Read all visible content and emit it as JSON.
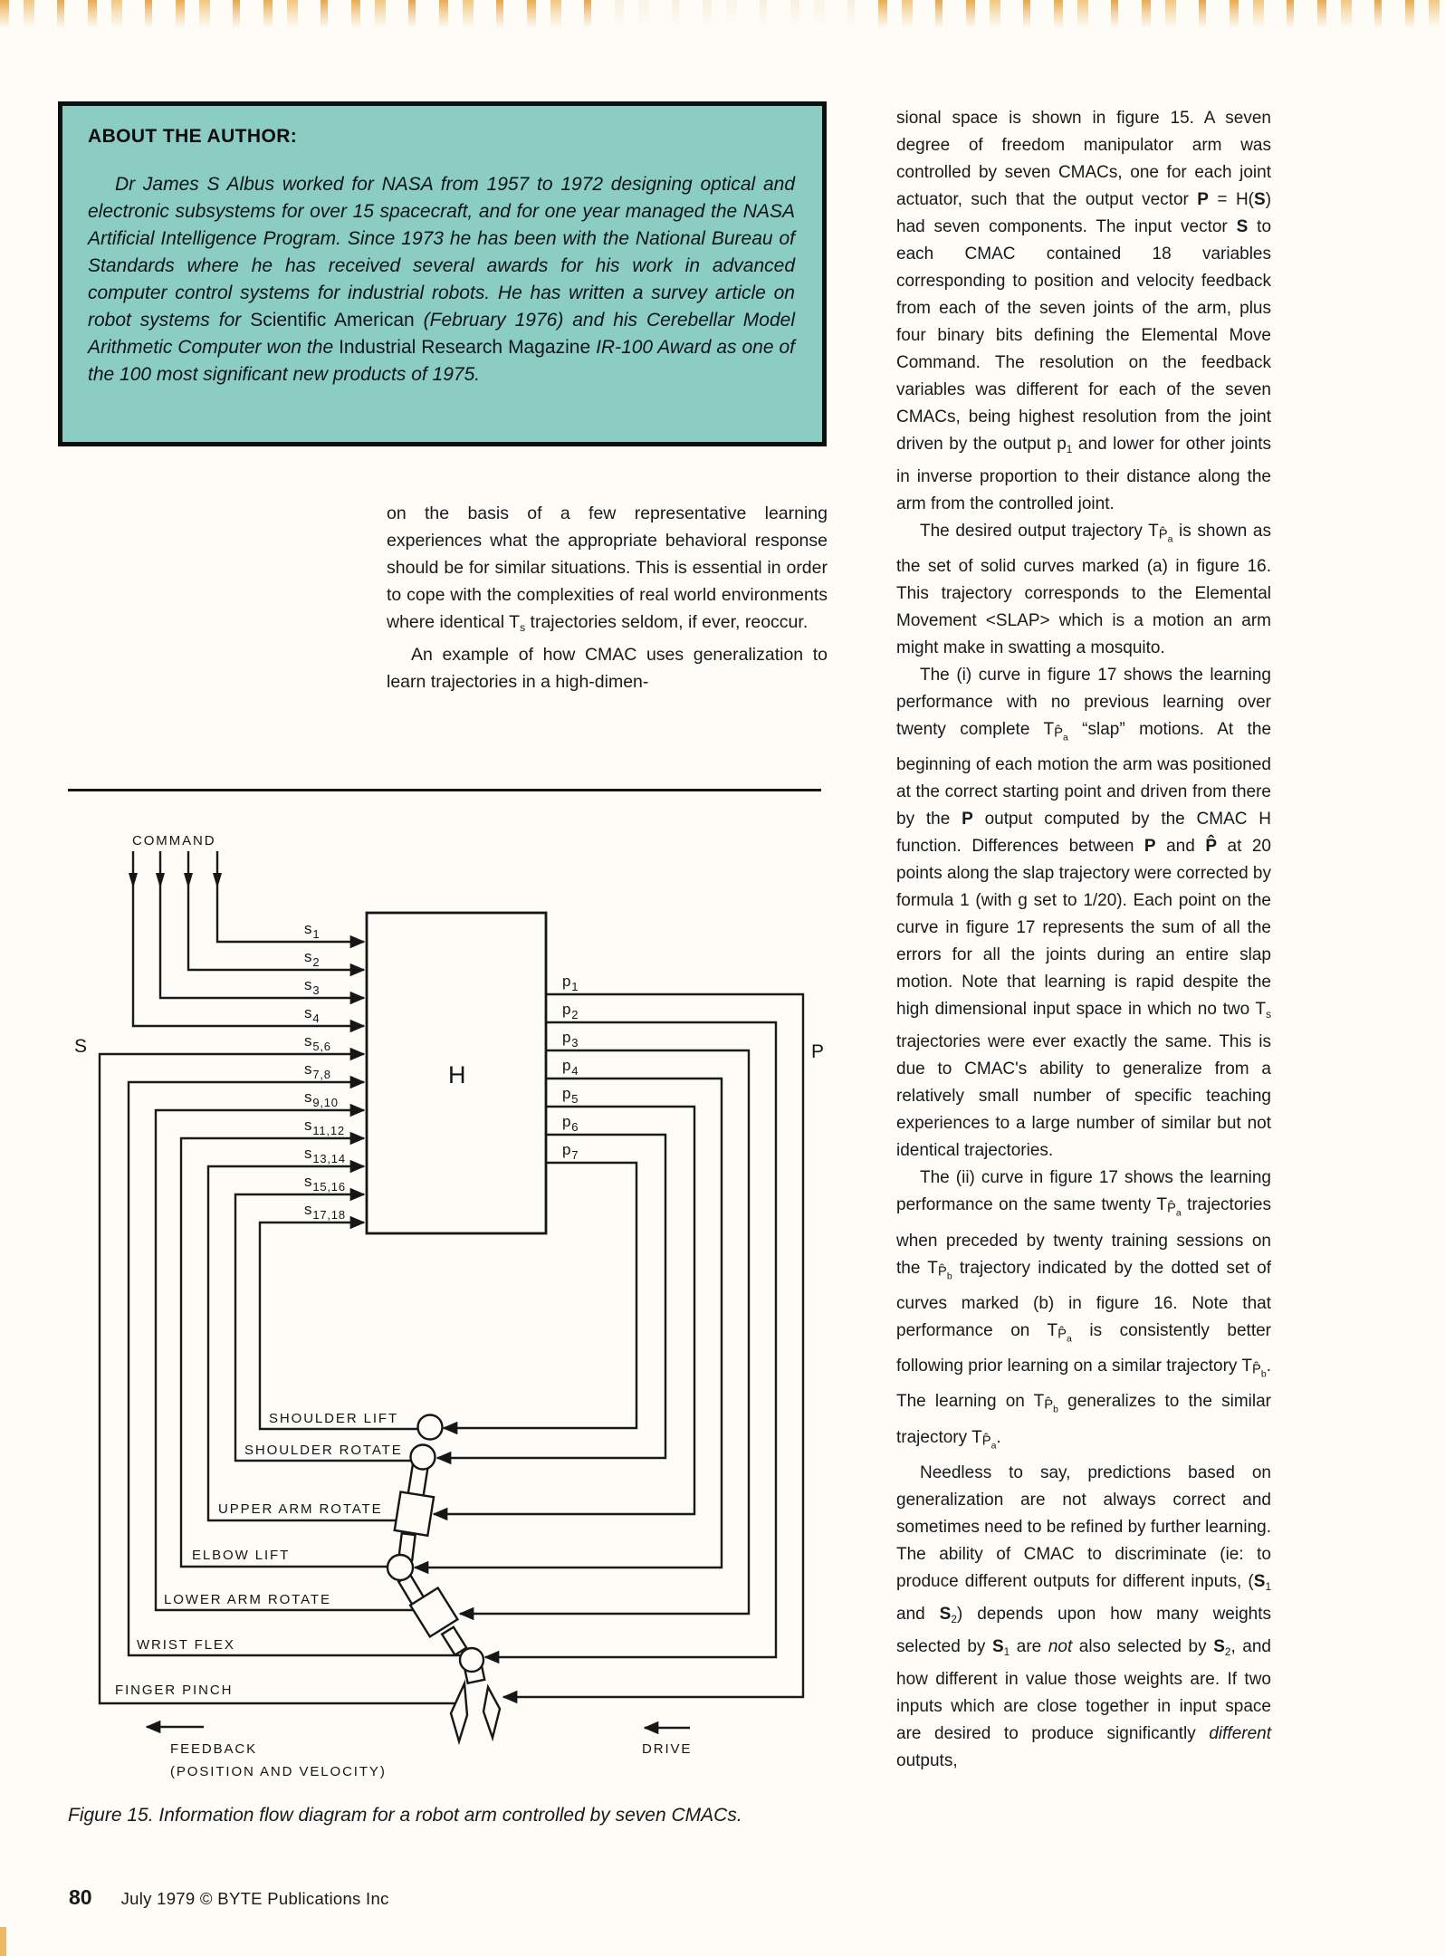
{
  "page": {
    "footer_page_number": "80",
    "footer_text": "July 1979 © BYTE Publications Inc"
  },
  "author_box": {
    "heading": "ABOUT THE AUTHOR:",
    "body": [
      {
        "t": "Dr James S Albus worked for NASA from 1957 to 1972 designing optical and electronic subsystems for over 15 spacecraft, and for one year managed the NASA Artificial Intelligence Program. Since 1973 he has been with the National Bureau of Standards where he has received several awards for his work in advanced computer control systems for industrial robots. He has written a survey article on robot systems for "
      },
      {
        "t": "Scientific American",
        "s": "r"
      },
      {
        "t": " (February 1976) and his Cerebellar Model Arithmetic Computer won the "
      },
      {
        "t": "Industrial Research Magazine",
        "s": "r"
      },
      {
        "t": " IR-100 Award as one of the 100 most significant new products of 1975."
      }
    ]
  },
  "left_column": {
    "paragraphs": [
      [
        {
          "t": "on the basis of a few representative learning experiences what the appropriate behavioral response should be for similar situations. This is essential in order to cope with the complexities of real world environments where identical T"
        },
        {
          "t": "s",
          "s": "sub"
        },
        {
          "t": " trajectories seldom, if ever, reoccur."
        }
      ],
      [
        {
          "t": "An example of how CMAC uses generalization to learn trajectories in a high-dimen-"
        }
      ]
    ]
  },
  "right_column": {
    "paragraphs": [
      [
        {
          "t": "sional space is shown in figure 15. A seven degree of freedom manipulator arm was controlled by seven CMACs, one for each joint actuator, such that the output vector "
        },
        {
          "t": "P",
          "s": "b"
        },
        {
          "t": " = H("
        },
        {
          "t": "S",
          "s": "b"
        },
        {
          "t": ") had seven components. The input vector "
        },
        {
          "t": "S",
          "s": "b"
        },
        {
          "t": " to each CMAC contained 18 variables corresponding to position and velocity feedback from each of the seven joints of the arm, plus four binary bits defining the Elemental Move Command. The resolution on the feedback variables was different for each of the seven CMACs, being highest resolution from the joint driven by the output p"
        },
        {
          "t": "1",
          "s": "sub"
        },
        {
          "t": " and lower for other joints in inverse proportion to their distance along the arm from the controlled joint."
        }
      ],
      [
        {
          "t": "The desired output trajectory T"
        },
        {
          "t": "P̂",
          "s": "ph"
        },
        {
          "t": "a",
          "s": "ss"
        },
        {
          "t": " is shown as the set of solid curves marked (a) in figure 16. This trajectory corresponds to the Elemental Movement <SLAP> which is a motion an arm might make in swatting a mosquito."
        }
      ],
      [
        {
          "t": "The (i) curve in figure 17 shows the learning performance with no previous learning over twenty complete T"
        },
        {
          "t": "P̂",
          "s": "ph"
        },
        {
          "t": "a",
          "s": "ss"
        },
        {
          "t": " “slap” motions. At the beginning of each motion the arm was positioned at the correct starting point and driven from there by the "
        },
        {
          "t": "P",
          "s": "b"
        },
        {
          "t": " output computed by the CMAC H function. Differences between "
        },
        {
          "t": "P",
          "s": "b"
        },
        {
          "t": " and "
        },
        {
          "t": "P̂",
          "s": "b"
        },
        {
          "t": " at 20 points along the slap trajectory were corrected by formula 1 (with g set to 1/20). Each point on the curve in figure 17 represents the sum of all the errors for all the joints during an entire slap motion. Note that learning is rapid despite the high dimensional input space in which no two T"
        },
        {
          "t": "s",
          "s": "sub"
        },
        {
          "t": " trajectories were ever exactly the same. This is due to CMAC's ability to generalize from a relatively small number of specific teaching experiences to a large number of similar but not identical trajectories."
        }
      ],
      [
        {
          "t": "The (ii) curve in figure 17 shows the learning performance on the same twenty T"
        },
        {
          "t": "P̂",
          "s": "ph"
        },
        {
          "t": "a",
          "s": "ss"
        },
        {
          "t": " trajectories when preceded by twenty training sessions on the T"
        },
        {
          "t": "P̂",
          "s": "ph"
        },
        {
          "t": "b",
          "s": "ss"
        },
        {
          "t": " trajectory indicated by the dotted set of curves marked (b) in figure 16. Note that performance on T"
        },
        {
          "t": "P̂",
          "s": "ph"
        },
        {
          "t": "a",
          "s": "ss"
        },
        {
          "t": " is consistently better following prior learning on a similar trajectory T"
        },
        {
          "t": "P̂",
          "s": "ph"
        },
        {
          "t": "b",
          "s": "ss"
        },
        {
          "t": ". The learning on T"
        },
        {
          "t": "P̂",
          "s": "ph"
        },
        {
          "t": "b",
          "s": "ss"
        },
        {
          "t": " generalizes to the similar trajectory T"
        },
        {
          "t": "P̂",
          "s": "ph"
        },
        {
          "t": "a",
          "s": "ss"
        },
        {
          "t": "."
        }
      ],
      [
        {
          "t": "Needless to say, predictions based on generalization are not always correct and sometimes need to be refined by further learning. The ability of CMAC to discriminate (ie: to produce different outputs for different inputs, ("
        },
        {
          "t": "S",
          "s": "b"
        },
        {
          "t": "1",
          "s": "sub"
        },
        {
          "t": " and "
        },
        {
          "t": "S",
          "s": "b"
        },
        {
          "t": "2",
          "s": "sub"
        },
        {
          "t": ") depends upon how many weights selected by "
        },
        {
          "t": "S",
          "s": "b"
        },
        {
          "t": "1",
          "s": "sub"
        },
        {
          "t": " are "
        },
        {
          "t": "not",
          "s": "i"
        },
        {
          "t": " also selected by "
        },
        {
          "t": "S",
          "s": "b"
        },
        {
          "t": "2",
          "s": "sub"
        },
        {
          "t": ", and how different in value those weights are. If two inputs which are close together in input space are desired to produce significantly "
        },
        {
          "t": "different",
          "s": "i"
        },
        {
          "t": " outputs,"
        }
      ]
    ]
  },
  "figure": {
    "command_label": "COMMAND",
    "input_bus_label": "S",
    "output_bus_label": "P",
    "box_label": "H",
    "inputs": [
      {
        "base": "s",
        "sub": "1"
      },
      {
        "base": "s",
        "sub": "2"
      },
      {
        "base": "s",
        "sub": "3"
      },
      {
        "base": "s",
        "sub": "4"
      },
      {
        "base": "s",
        "sub": "5,6"
      },
      {
        "base": "s",
        "sub": "7,8"
      },
      {
        "base": "s",
        "sub": "9,10"
      },
      {
        "base": "s",
        "sub": "11,12"
      },
      {
        "base": "s",
        "sub": "13,14"
      },
      {
        "base": "s",
        "sub": "15,16"
      },
      {
        "base": "s",
        "sub": "17,18"
      }
    ],
    "outputs": [
      {
        "base": "p",
        "sub": "1"
      },
      {
        "base": "p",
        "sub": "2"
      },
      {
        "base": "p",
        "sub": "3"
      },
      {
        "base": "p",
        "sub": "4"
      },
      {
        "base": "p",
        "sub": "5"
      },
      {
        "base": "p",
        "sub": "6"
      },
      {
        "base": "p",
        "sub": "7"
      }
    ],
    "joint_labels": [
      "SHOULDER LIFT",
      "SHOULDER ROTATE",
      "UPPER ARM ROTATE",
      "ELBOW LIFT",
      "LOWER ARM ROTATE",
      "WRIST FLEX",
      "FINGER PINCH"
    ],
    "feedback_label": "FEEDBACK",
    "feedback_sublabel": "(POSITION AND VELOCITY)",
    "drive_label": "DRIVE",
    "caption": "Figure 15. Information flow diagram for a robot arm controlled by seven CMACs."
  }
}
